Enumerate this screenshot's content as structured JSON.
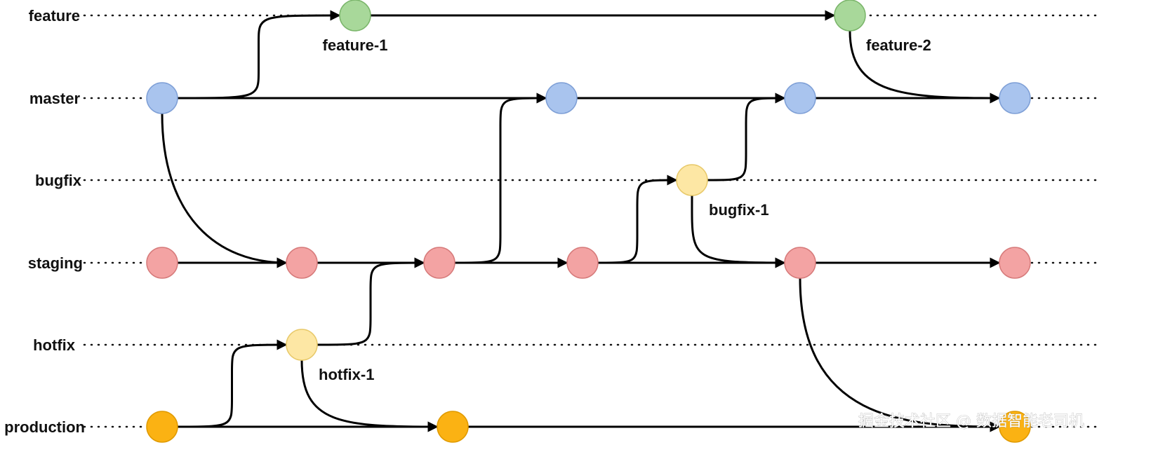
{
  "branches": [
    {
      "id": "feature",
      "label": "feature"
    },
    {
      "id": "master",
      "label": "master"
    },
    {
      "id": "bugfix",
      "label": "bugfix"
    },
    {
      "id": "staging",
      "label": "staging"
    },
    {
      "id": "hotfix",
      "label": "hotfix"
    },
    {
      "id": "production",
      "label": "production"
    }
  ],
  "colors": {
    "feature": {
      "fill": "#a8d89a",
      "stroke": "#7ab56a"
    },
    "master": {
      "fill": "#a9c4ee",
      "stroke": "#7e9fd6"
    },
    "bugfix": {
      "fill": "#fde7a4",
      "stroke": "#e8c96a"
    },
    "staging": {
      "fill": "#f3a3a3",
      "stroke": "#d67a7a"
    },
    "hotfix": {
      "fill": "#fde7a4",
      "stroke": "#e8c96a"
    },
    "production": {
      "fill": "#fbb213",
      "stroke": "#e09a00"
    },
    "edge": "#000000"
  },
  "commits": [
    {
      "id": "f1",
      "branch": "feature",
      "label": "feature-1"
    },
    {
      "id": "f2",
      "branch": "feature",
      "label": "feature-2"
    },
    {
      "id": "m1",
      "branch": "master",
      "label": ""
    },
    {
      "id": "m2",
      "branch": "master",
      "label": ""
    },
    {
      "id": "m3",
      "branch": "master",
      "label": ""
    },
    {
      "id": "m4",
      "branch": "master",
      "label": ""
    },
    {
      "id": "b1",
      "branch": "bugfix",
      "label": "bugfix-1"
    },
    {
      "id": "s1",
      "branch": "staging",
      "label": ""
    },
    {
      "id": "s2",
      "branch": "staging",
      "label": ""
    },
    {
      "id": "s3",
      "branch": "staging",
      "label": ""
    },
    {
      "id": "s4",
      "branch": "staging",
      "label": ""
    },
    {
      "id": "s5",
      "branch": "staging",
      "label": ""
    },
    {
      "id": "s6",
      "branch": "staging",
      "label": ""
    },
    {
      "id": "h1",
      "branch": "hotfix",
      "label": "hotfix-1"
    },
    {
      "id": "p1",
      "branch": "production",
      "label": ""
    },
    {
      "id": "p2",
      "branch": "production",
      "label": ""
    },
    {
      "id": "p3",
      "branch": "production",
      "label": ""
    }
  ],
  "edges": [
    {
      "from": "m1",
      "to": "f1"
    },
    {
      "from": "f1",
      "to": "f2"
    },
    {
      "from": "f2",
      "to": "m4"
    },
    {
      "from": "m1",
      "to": "m2"
    },
    {
      "from": "m2",
      "to": "m3"
    },
    {
      "from": "m3",
      "to": "m4"
    },
    {
      "from": "m1",
      "to": "s2"
    },
    {
      "from": "s1",
      "to": "s2"
    },
    {
      "from": "s2",
      "to": "s3"
    },
    {
      "from": "s3",
      "to": "m2"
    },
    {
      "from": "s3",
      "to": "s4"
    },
    {
      "from": "s4",
      "to": "b1"
    },
    {
      "from": "b1",
      "to": "m3"
    },
    {
      "from": "b1",
      "to": "s5"
    },
    {
      "from": "s4",
      "to": "s5"
    },
    {
      "from": "s5",
      "to": "s6"
    },
    {
      "from": "s5",
      "to": "p3"
    },
    {
      "from": "p1",
      "to": "h1"
    },
    {
      "from": "h1",
      "to": "s3"
    },
    {
      "from": "h1",
      "to": "p2"
    },
    {
      "from": "p1",
      "to": "p2"
    },
    {
      "from": "p2",
      "to": "p3"
    }
  ],
  "watermark": "掘金技术社区 @ 数据智能老司机"
}
